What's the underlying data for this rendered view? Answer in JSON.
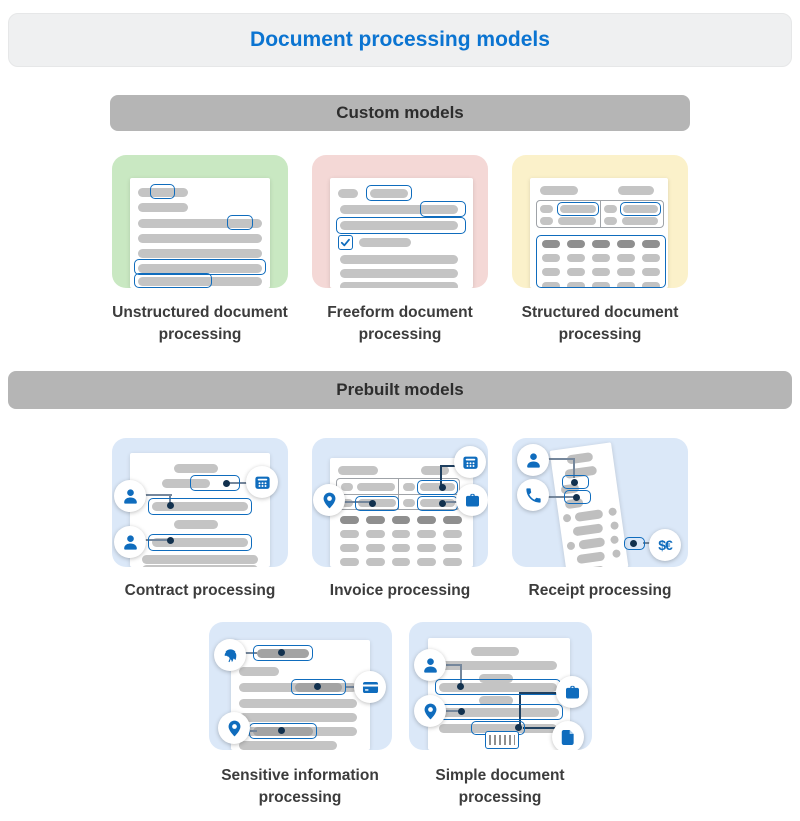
{
  "title": "Document processing models",
  "sections": {
    "custom": "Custom models",
    "prebuilt": "Prebuilt models"
  },
  "cards": {
    "unstructured": {
      "line1": "Unstructured document",
      "line2": "processing"
    },
    "freeform": {
      "line1": "Freeform document",
      "line2": "processing"
    },
    "structured": {
      "line1": "Structured document",
      "line2": "processing"
    },
    "contract": {
      "label": "Contract processing"
    },
    "invoice": {
      "label": "Invoice processing"
    },
    "receipt": {
      "label": "Receipt processing",
      "currency": "$€"
    },
    "sensitive": {
      "line1": "Sensitive information",
      "line2": "processing"
    },
    "simple": {
      "line1": "Simple document",
      "line2": "processing"
    }
  },
  "colors": {
    "title_blue": "#0b74d1",
    "accent_blue": "#0f6cbd",
    "banner_gray": "#b5b5b5",
    "custom_green": "#c9e8c2",
    "custom_pink": "#f4d8d6",
    "custom_yellow": "#fbf1ca",
    "prebuilt_blue": "#dbe8f8",
    "connector_slate": "#75879c",
    "connector_navy": "#1f4060",
    "anchor_dot_navy": "#12314e",
    "bar_gray": "#c4c4c4"
  },
  "icons": {
    "person": "person-icon",
    "calendar": "calendar-icon",
    "location": "location-pin-icon",
    "briefcase": "briefcase-icon",
    "phone": "phone-icon",
    "fingerprint": "fingerprint-icon",
    "credit_card": "credit-card-icon",
    "currency": "currency-icon",
    "file": "file-icon",
    "checkmark": "checkmark-icon",
    "barcode": "barcode-icon"
  }
}
